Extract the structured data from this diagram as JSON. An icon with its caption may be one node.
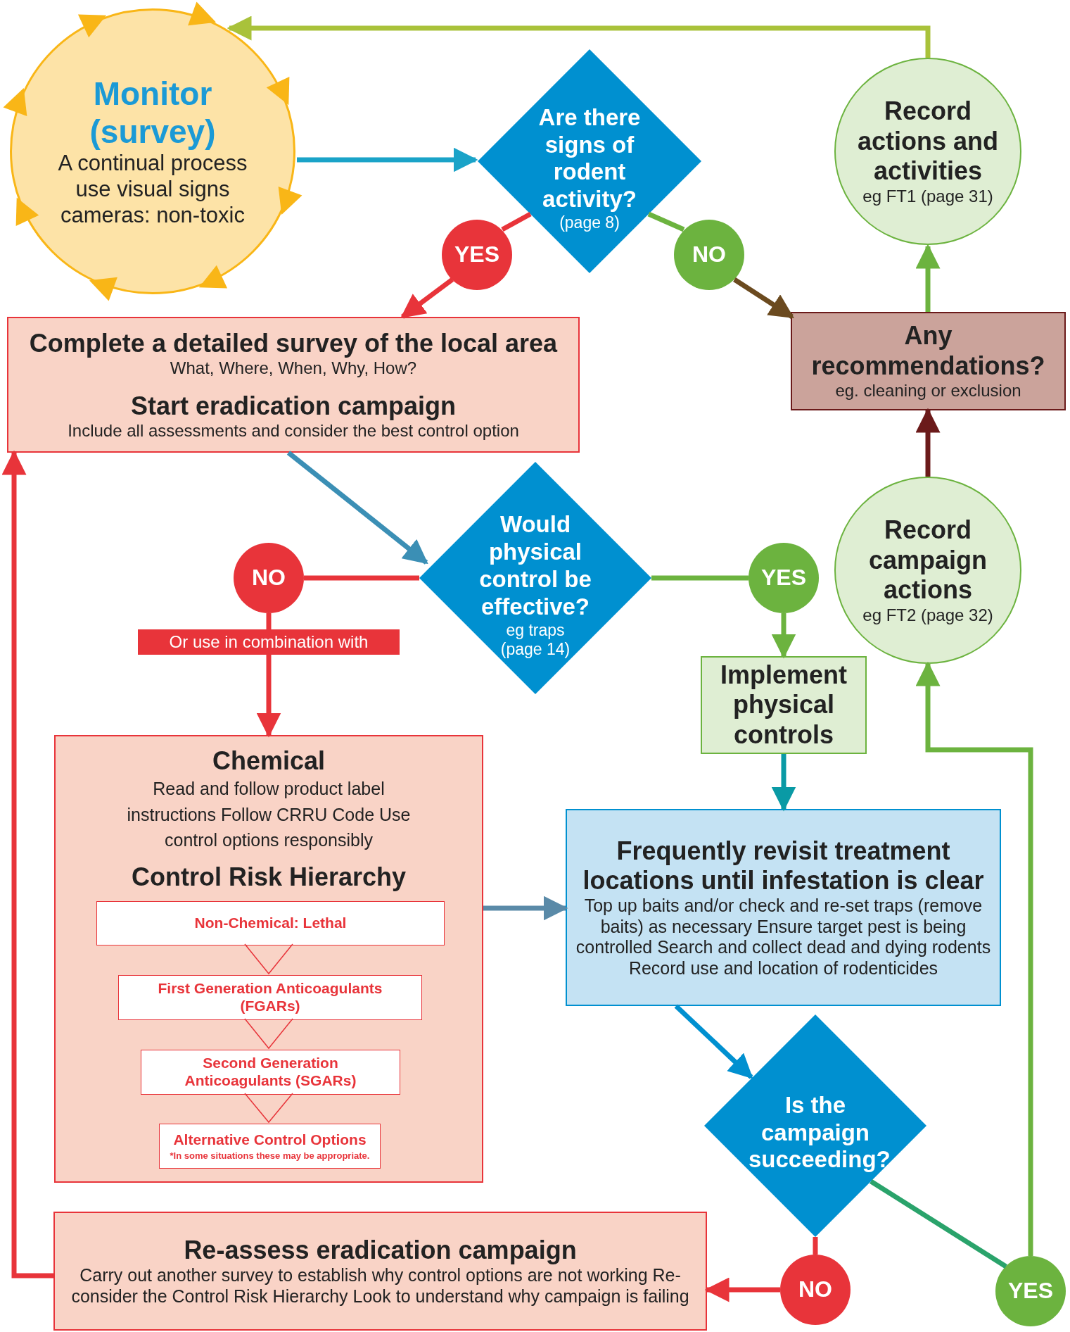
{
  "diagram": {
    "nodes": [
      {
        "text": [
          "Monitor (survey)",
          "A continual process use visual signs cameras: non-toxic"
        ]
      },
      {
        "text": [
          "Are there signs of rodent activity?",
          "(page 8)"
        ]
      },
      {
        "text": [
          "YES"
        ]
      },
      {
        "text": [
          "NO"
        ]
      },
      {
        "text": [
          "Record actions and activities",
          "eg FT1 (page 31)"
        ]
      },
      {
        "text": [
          "Complete a detailed survey of the local area",
          "What, Where, When, Why, How?",
          "Start eradication campaign",
          "Include all assessments and consider the best control option"
        ]
      },
      {
        "text": [
          "Any recommendations?",
          "eg. cleaning or exclusion"
        ]
      },
      {
        "text": [
          "Would physical control be effective?",
          "eg traps (page 14)"
        ]
      },
      {
        "text": [
          "NO"
        ]
      },
      {
        "text": [
          "YES"
        ]
      },
      {
        "text": [
          "Record campaign actions",
          "eg FT2 (page 32)"
        ]
      },
      {
        "text": [
          "Implement physical controls"
        ]
      },
      {
        "text": [
          "Chemical",
          "Read and follow product label instructions Follow CRRU Code Use control options responsibly",
          "Control Risk Hierarchy"
        ]
      },
      {
        "text": [
          "Non-Chemical: Lethal"
        ],
        "in": 12
      },
      {
        "text": [
          "First Generation Anticoagulants (FGARs)"
        ],
        "in": 12
      },
      {
        "text": [
          "Second Generation Anticoagulants (SGARs)"
        ],
        "in": 12
      },
      {
        "text": [
          "Alternative Control Options",
          "*In some situations these may be appropriate."
        ],
        "in": 12
      },
      {
        "text": [
          "Frequently revisit treatment locations until infestation is clear",
          "Top up baits and/or check and re-set traps (remove baits) as necessary Ensure target pest is being controlled Search and collect dead and dying rodents Record use and location of rodenticides"
        ]
      },
      {
        "text": [
          "Is the campaign succeeding?"
        ]
      },
      {
        "text": [
          "NO"
        ]
      },
      {
        "text": [
          "YES"
        ]
      },
      {
        "text": [
          "Re-assess eradication campaign",
          "Carry out another survey to establish why control options are not working Re-consider the Control Risk Hierarchy Look to understand why campaign is failing"
        ]
      }
    ],
    "edges": [
      {
        "from": 0,
        "to": 1,
        "arrow": "to",
        "color": "#1aa3c8"
      },
      {
        "from": 1,
        "to": 2,
        "arrow": "none",
        "color": "#e8343a"
      },
      {
        "from": 2,
        "to": 5,
        "arrow": "to",
        "color": "#e8343a"
      },
      {
        "from": 1,
        "to": 3,
        "arrow": "none",
        "color": "#6cb33f"
      },
      {
        "from": 3,
        "to": 6,
        "arrow": "to",
        "color": "#6b4a1f"
      },
      {
        "from": 6,
        "to": 4,
        "arrow": "to",
        "color": "#6cb33f"
      },
      {
        "from": 4,
        "to": 0,
        "arrow": "to",
        "color": "#a9c23a"
      },
      {
        "from": 5,
        "to": 7,
        "arrow": "to",
        "color": "#3b8fb5"
      },
      {
        "from": 7,
        "to": 8,
        "arrow": "none",
        "color": "#e8343a"
      },
      {
        "from": 8,
        "to": 12,
        "label": "Or use in combination with",
        "arrow": "to",
        "color": "#e8343a"
      },
      {
        "from": 7,
        "to": 9,
        "arrow": "none",
        "color": "#6cb33f"
      },
      {
        "from": 9,
        "to": 11,
        "arrow": "to",
        "color": "#6cb33f"
      },
      {
        "from": 13,
        "to": 14,
        "arrow": "to",
        "color": "#e8343a"
      },
      {
        "from": 14,
        "to": 15,
        "arrow": "to",
        "color": "#e8343a"
      },
      {
        "from": 15,
        "to": 16,
        "arrow": "to",
        "color": "#e8343a"
      },
      {
        "from": 11,
        "to": 17,
        "arrow": "to",
        "color": "#0a9aa5"
      },
      {
        "from": 12,
        "to": 17,
        "arrow": "to",
        "color": "#5a8aa8"
      },
      {
        "from": 17,
        "to": 18,
        "arrow": "to",
        "color": "#0090d0"
      },
      {
        "from": 18,
        "to": 19,
        "arrow": "none",
        "color": "#e8343a"
      },
      {
        "from": 19,
        "to": 21,
        "arrow": "to",
        "color": "#e8343a"
      },
      {
        "from": 18,
        "to": 20,
        "arrow": "none",
        "color": "#2aa36b"
      },
      {
        "from": 20,
        "to": 10,
        "arrow": "to",
        "color": "#6cb33f"
      },
      {
        "from": 10,
        "to": 6,
        "arrow": "to",
        "color": "#6b1a1a"
      },
      {
        "from": 21,
        "to": 5,
        "arrow": "to",
        "color": "#e8343a"
      }
    ]
  }
}
